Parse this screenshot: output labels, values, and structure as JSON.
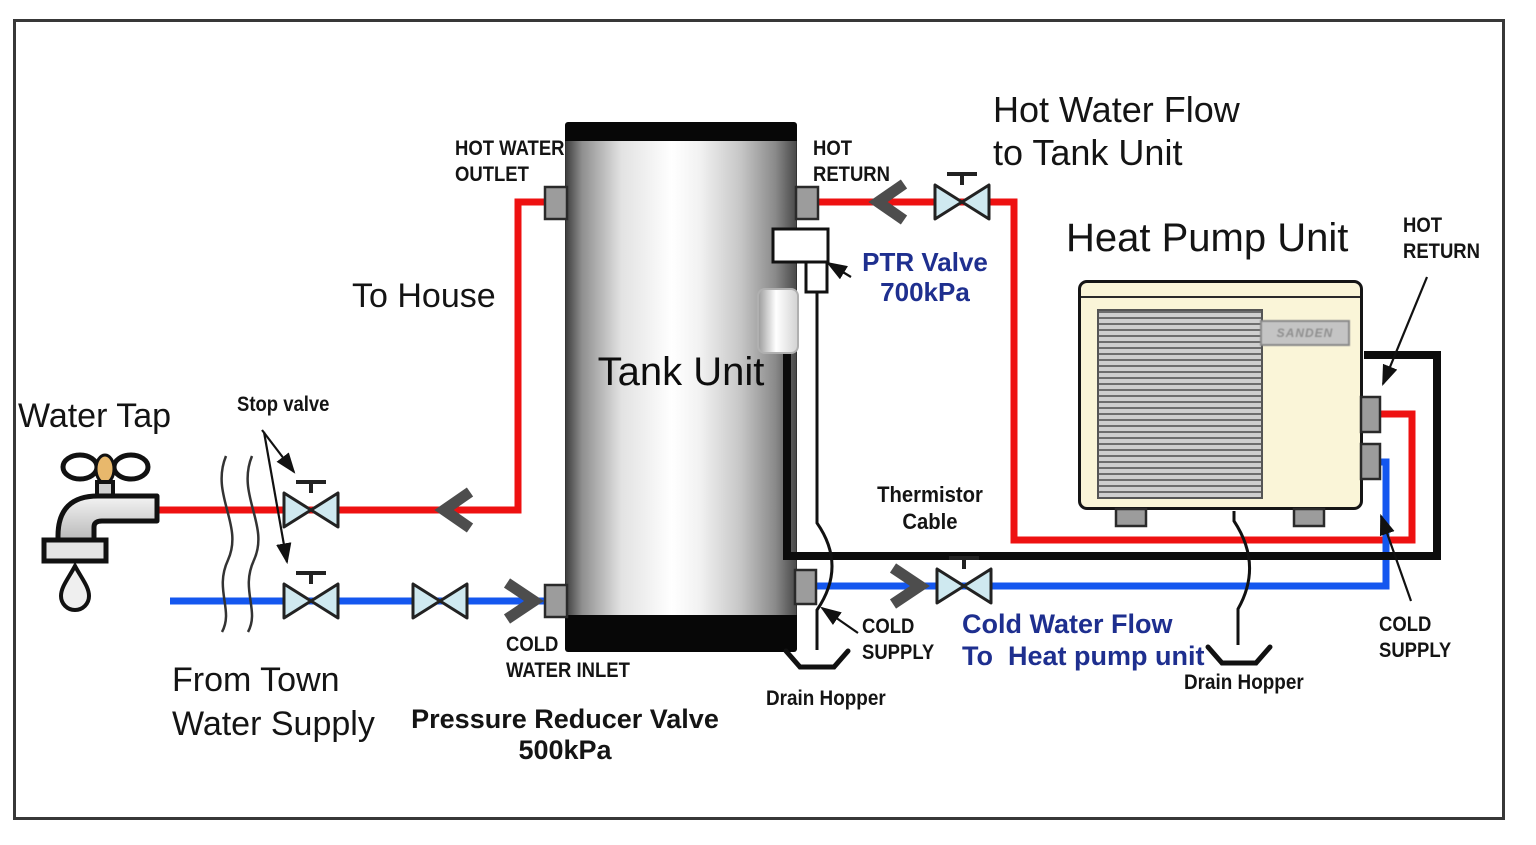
{
  "labels": {
    "water_tap": "Water Tap",
    "stop_valve": "Stop valve",
    "to_house": "To House",
    "from_town": "From Town\nWater Supply",
    "pressure_reducer": "Pressure Reducer Valve\n500kPa",
    "cold_water_inlet": "COLD\nWATER INLET",
    "hot_water_outlet": "HOT WATER\nOUTLET",
    "tank_unit": "Tank Unit",
    "hot_return_tank": "HOT\nRETURN",
    "ptr_valve": "PTR Valve\n700kPa",
    "hot_water_flow": "Hot Water Flow\nto Tank Unit",
    "heat_pump_unit": "Heat Pump Unit",
    "heat_pump_brand": "SANDEN",
    "hot_return_hp": "HOT\nRETURN",
    "thermistor_cable": "Thermistor\nCable",
    "cold_supply_tank": "COLD\nSUPPLY",
    "cold_water_flow": "Cold Water Flow\nTo  Heat pump unit",
    "drain_hopper_tank": "Drain Hopper",
    "drain_hopper_hp": "Drain Hopper",
    "cold_supply_hp": "COLD\nSUPPLY"
  },
  "colors": {
    "hot_pipe": "#ee1111",
    "cold_pipe": "#1457ef",
    "thermistor_cable": "#0c0c0c",
    "valve_body": "#cfe9f0",
    "heat_pump_body": "#faf5d8",
    "tap_knob": "#e8b86c",
    "annotation_text": "#1e2f8f"
  }
}
